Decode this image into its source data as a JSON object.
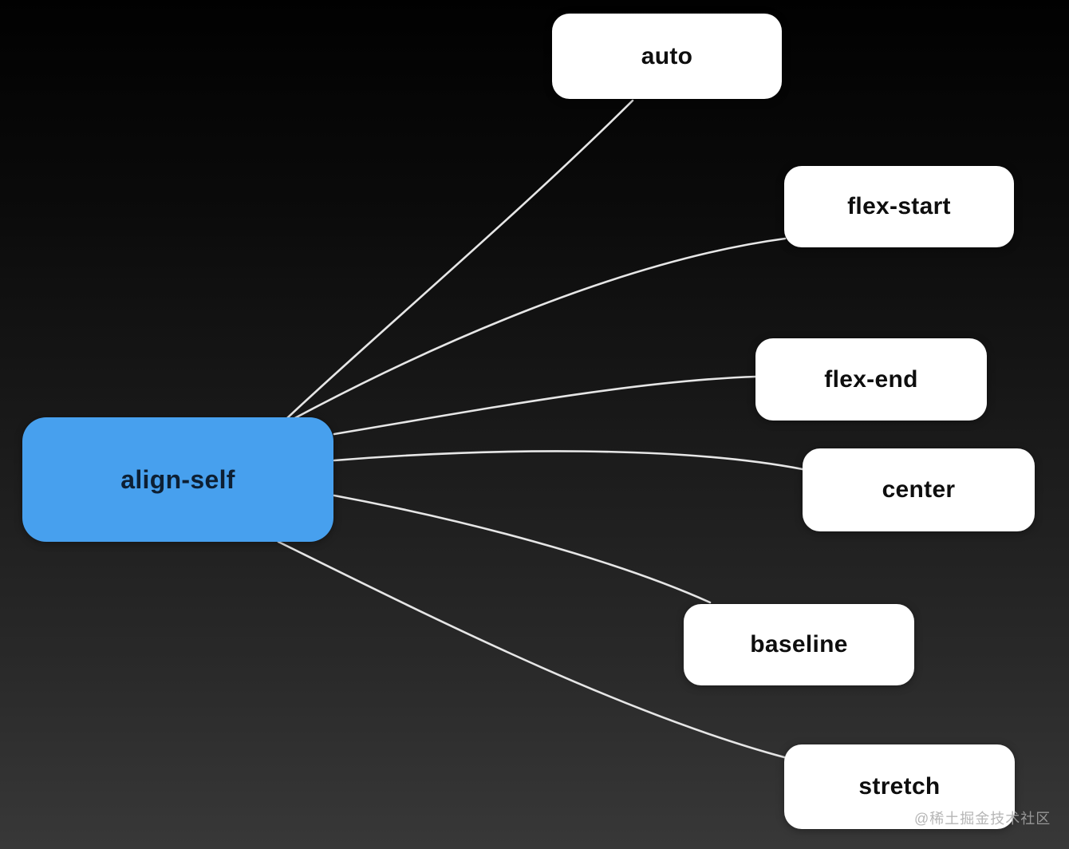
{
  "diagram": {
    "type": "mindmap",
    "root": {
      "label": "align-self"
    },
    "values": [
      {
        "label": "auto"
      },
      {
        "label": "flex-start"
      },
      {
        "label": "flex-end"
      },
      {
        "label": "center"
      },
      {
        "label": "baseline"
      },
      {
        "label": "stretch"
      }
    ],
    "colors": {
      "root_bg": "#47a0ee",
      "root_text": "#0d1f33",
      "node_bg": "#ffffff",
      "node_text": "#0e0e0e",
      "edge": "#e6e6e6",
      "background_top": "#010101",
      "background_bottom": "#383838",
      "watermark_text": "#a9a9a9"
    },
    "watermark": "@稀土掘金技术社区"
  }
}
